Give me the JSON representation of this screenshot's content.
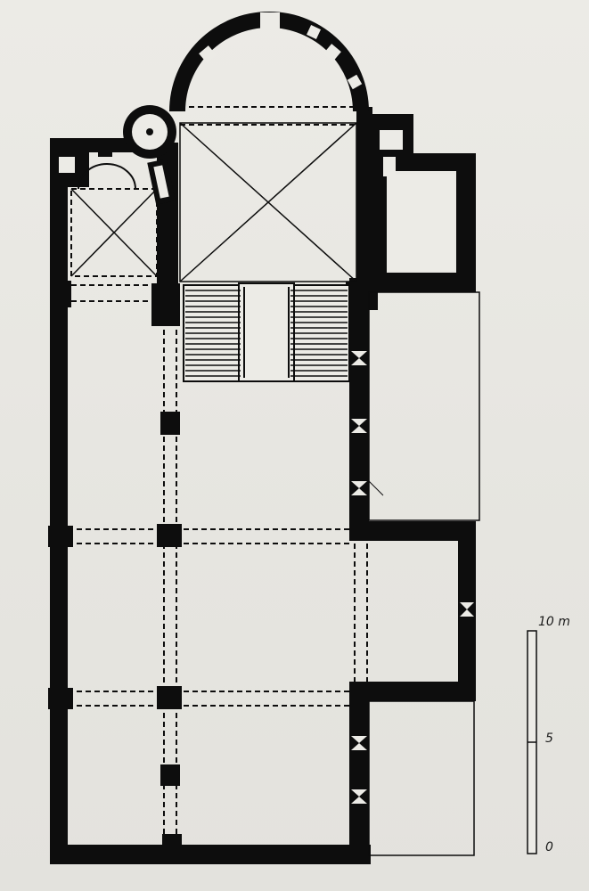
{
  "scale_bar": {
    "label_top": "10 m",
    "label_mid": "5",
    "label_bottom": "0"
  },
  "colors": {
    "paper": "#e9e8e3",
    "ink": "#0d0d0d"
  }
}
